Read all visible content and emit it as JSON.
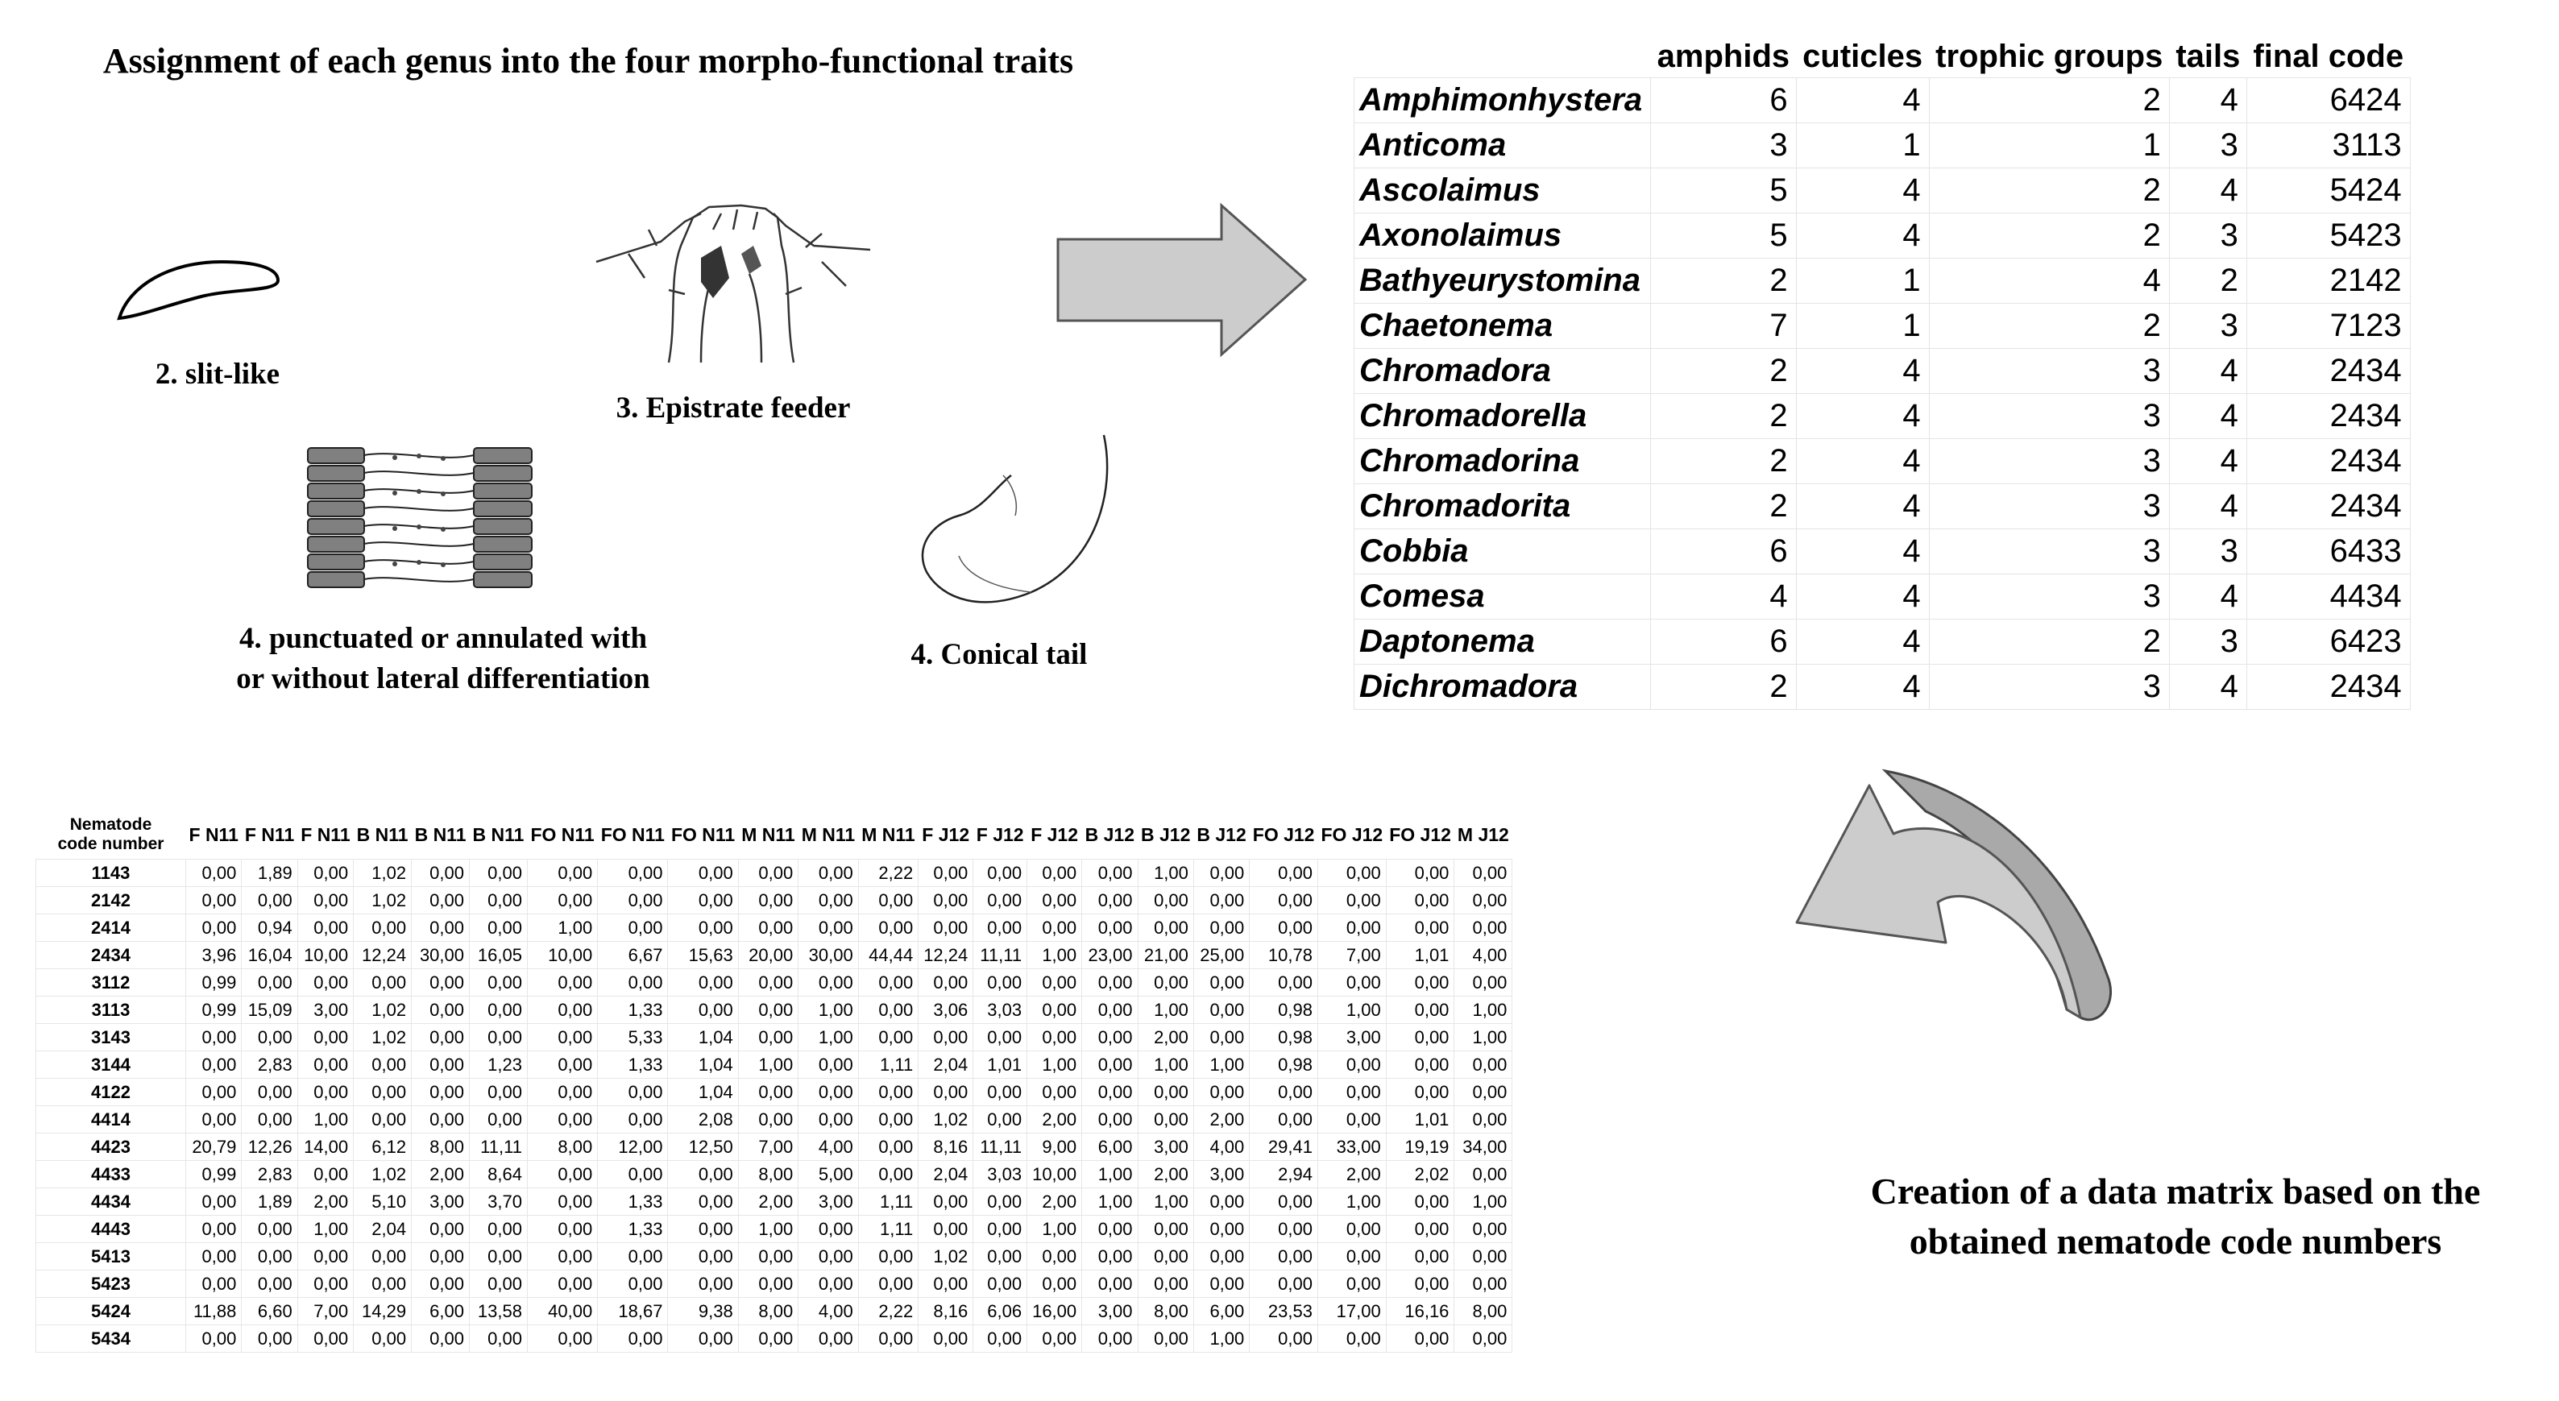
{
  "title": "Assignment of each genus into the four morpho-functional traits",
  "traits": {
    "slit": "2. slit-like",
    "epistrate": "3. Epistrate feeder",
    "cuticle_line1": "4. punctuated or annulated with",
    "cuticle_line2": "or without lateral differentiation",
    "tail": "4. Conical tail"
  },
  "genus_table": {
    "headers": [
      "",
      "amphids",
      "cuticles",
      "trophic groups",
      "tails",
      "final code"
    ],
    "rows": [
      [
        "Amphimonhystera",
        "6",
        "4",
        "2",
        "4",
        "6424"
      ],
      [
        "Anticoma",
        "3",
        "1",
        "1",
        "3",
        "3113"
      ],
      [
        "Ascolaimus",
        "5",
        "4",
        "2",
        "4",
        "5424"
      ],
      [
        "Axonolaimus",
        "5",
        "4",
        "2",
        "3",
        "5423"
      ],
      [
        "Bathyeurystomina",
        "2",
        "1",
        "4",
        "2",
        "2142"
      ],
      [
        "Chaetonema",
        "7",
        "1",
        "2",
        "3",
        "7123"
      ],
      [
        "Chromadora",
        "2",
        "4",
        "3",
        "4",
        "2434"
      ],
      [
        "Chromadorella",
        "2",
        "4",
        "3",
        "4",
        "2434"
      ],
      [
        "Chromadorina",
        "2",
        "4",
        "3",
        "4",
        "2434"
      ],
      [
        "Chromadorita",
        "2",
        "4",
        "3",
        "4",
        "2434"
      ],
      [
        "Cobbia",
        "6",
        "4",
        "3",
        "3",
        "6433"
      ],
      [
        "Comesa",
        "4",
        "4",
        "3",
        "4",
        "4434"
      ],
      [
        "Daptonema",
        "6",
        "4",
        "2",
        "3",
        "6423"
      ],
      [
        "Dichromadora",
        "2",
        "4",
        "3",
        "4",
        "2434"
      ]
    ]
  },
  "matrix": {
    "code_header_line1": "Nematode",
    "code_header_line2": "code number",
    "columns": [
      "F N11",
      "F N11",
      "F N11",
      "B N11",
      "B N11",
      "B N11",
      "FO N11",
      "FO N11",
      "FO N11",
      "M N11",
      "M N11",
      "M N11",
      "F J12",
      "F J12",
      "F J12",
      "B J12",
      "B J12",
      "B J12",
      "FO J12",
      "FO J12",
      "FO J12",
      "M J12"
    ],
    "rows": [
      [
        "1143",
        "0,00",
        "1,89",
        "0,00",
        "1,02",
        "0,00",
        "0,00",
        "0,00",
        "0,00",
        "0,00",
        "0,00",
        "0,00",
        "2,22",
        "0,00",
        "0,00",
        "0,00",
        "0,00",
        "1,00",
        "0,00",
        "0,00",
        "0,00",
        "0,00",
        "0,00"
      ],
      [
        "2142",
        "0,00",
        "0,00",
        "0,00",
        "1,02",
        "0,00",
        "0,00",
        "0,00",
        "0,00",
        "0,00",
        "0,00",
        "0,00",
        "0,00",
        "0,00",
        "0,00",
        "0,00",
        "0,00",
        "0,00",
        "0,00",
        "0,00",
        "0,00",
        "0,00",
        "0,00"
      ],
      [
        "2414",
        "0,00",
        "0,94",
        "0,00",
        "0,00",
        "0,00",
        "0,00",
        "1,00",
        "0,00",
        "0,00",
        "0,00",
        "0,00",
        "0,00",
        "0,00",
        "0,00",
        "0,00",
        "0,00",
        "0,00",
        "0,00",
        "0,00",
        "0,00",
        "0,00",
        "0,00"
      ],
      [
        "2434",
        "3,96",
        "16,04",
        "10,00",
        "12,24",
        "30,00",
        "16,05",
        "10,00",
        "6,67",
        "15,63",
        "20,00",
        "30,00",
        "44,44",
        "12,24",
        "11,11",
        "1,00",
        "23,00",
        "21,00",
        "25,00",
        "10,78",
        "7,00",
        "1,01",
        "4,00"
      ],
      [
        "3112",
        "0,99",
        "0,00",
        "0,00",
        "0,00",
        "0,00",
        "0,00",
        "0,00",
        "0,00",
        "0,00",
        "0,00",
        "0,00",
        "0,00",
        "0,00",
        "0,00",
        "0,00",
        "0,00",
        "0,00",
        "0,00",
        "0,00",
        "0,00",
        "0,00",
        "0,00"
      ],
      [
        "3113",
        "0,99",
        "15,09",
        "3,00",
        "1,02",
        "0,00",
        "0,00",
        "0,00",
        "1,33",
        "0,00",
        "0,00",
        "1,00",
        "0,00",
        "3,06",
        "3,03",
        "0,00",
        "0,00",
        "1,00",
        "0,00",
        "0,98",
        "1,00",
        "0,00",
        "1,00"
      ],
      [
        "3143",
        "0,00",
        "0,00",
        "0,00",
        "1,02",
        "0,00",
        "0,00",
        "0,00",
        "5,33",
        "1,04",
        "0,00",
        "1,00",
        "0,00",
        "0,00",
        "0,00",
        "0,00",
        "0,00",
        "2,00",
        "0,00",
        "0,98",
        "3,00",
        "0,00",
        "1,00"
      ],
      [
        "3144",
        "0,00",
        "2,83",
        "0,00",
        "0,00",
        "0,00",
        "1,23",
        "0,00",
        "1,33",
        "1,04",
        "1,00",
        "0,00",
        "1,11",
        "2,04",
        "1,01",
        "1,00",
        "0,00",
        "1,00",
        "1,00",
        "0,98",
        "0,00",
        "0,00",
        "0,00"
      ],
      [
        "4122",
        "0,00",
        "0,00",
        "0,00",
        "0,00",
        "0,00",
        "0,00",
        "0,00",
        "0,00",
        "1,04",
        "0,00",
        "0,00",
        "0,00",
        "0,00",
        "0,00",
        "0,00",
        "0,00",
        "0,00",
        "0,00",
        "0,00",
        "0,00",
        "0,00",
        "0,00"
      ],
      [
        "4414",
        "0,00",
        "0,00",
        "1,00",
        "0,00",
        "0,00",
        "0,00",
        "0,00",
        "0,00",
        "2,08",
        "0,00",
        "0,00",
        "0,00",
        "1,02",
        "0,00",
        "2,00",
        "0,00",
        "0,00",
        "2,00",
        "0,00",
        "0,00",
        "1,01",
        "0,00"
      ],
      [
        "4423",
        "20,79",
        "12,26",
        "14,00",
        "6,12",
        "8,00",
        "11,11",
        "8,00",
        "12,00",
        "12,50",
        "7,00",
        "4,00",
        "0,00",
        "8,16",
        "11,11",
        "9,00",
        "6,00",
        "3,00",
        "4,00",
        "29,41",
        "33,00",
        "19,19",
        "34,00"
      ],
      [
        "4433",
        "0,99",
        "2,83",
        "0,00",
        "1,02",
        "2,00",
        "8,64",
        "0,00",
        "0,00",
        "0,00",
        "8,00",
        "5,00",
        "0,00",
        "2,04",
        "3,03",
        "10,00",
        "1,00",
        "2,00",
        "3,00",
        "2,94",
        "2,00",
        "2,02",
        "0,00"
      ],
      [
        "4434",
        "0,00",
        "1,89",
        "2,00",
        "5,10",
        "3,00",
        "3,70",
        "0,00",
        "1,33",
        "0,00",
        "2,00",
        "3,00",
        "1,11",
        "0,00",
        "0,00",
        "2,00",
        "1,00",
        "1,00",
        "0,00",
        "0,00",
        "1,00",
        "0,00",
        "1,00"
      ],
      [
        "4443",
        "0,00",
        "0,00",
        "1,00",
        "2,04",
        "0,00",
        "0,00",
        "0,00",
        "1,33",
        "0,00",
        "1,00",
        "0,00",
        "1,11",
        "0,00",
        "0,00",
        "1,00",
        "0,00",
        "0,00",
        "0,00",
        "0,00",
        "0,00",
        "0,00",
        "0,00"
      ],
      [
        "5413",
        "0,00",
        "0,00",
        "0,00",
        "0,00",
        "0,00",
        "0,00",
        "0,00",
        "0,00",
        "0,00",
        "0,00",
        "0,00",
        "0,00",
        "1,02",
        "0,00",
        "0,00",
        "0,00",
        "0,00",
        "0,00",
        "0,00",
        "0,00",
        "0,00",
        "0,00"
      ],
      [
        "5423",
        "0,00",
        "0,00",
        "0,00",
        "0,00",
        "0,00",
        "0,00",
        "0,00",
        "0,00",
        "0,00",
        "0,00",
        "0,00",
        "0,00",
        "0,00",
        "0,00",
        "0,00",
        "0,00",
        "0,00",
        "0,00",
        "0,00",
        "0,00",
        "0,00",
        "0,00"
      ],
      [
        "5424",
        "11,88",
        "6,60",
        "7,00",
        "14,29",
        "6,00",
        "13,58",
        "40,00",
        "18,67",
        "9,38",
        "8,00",
        "4,00",
        "2,22",
        "8,16",
        "6,06",
        "16,00",
        "3,00",
        "8,00",
        "6,00",
        "23,53",
        "17,00",
        "16,16",
        "8,00"
      ],
      [
        "5434",
        "0,00",
        "0,00",
        "0,00",
        "0,00",
        "0,00",
        "0,00",
        "0,00",
        "0,00",
        "0,00",
        "0,00",
        "0,00",
        "0,00",
        "0,00",
        "0,00",
        "0,00",
        "0,00",
        "0,00",
        "1,00",
        "0,00",
        "0,00",
        "0,00",
        "0,00"
      ]
    ]
  },
  "caption": {
    "line1": "Creation of a data matrix based on the",
    "line2": "obtained nematode code numbers"
  },
  "icons": {
    "slit": "slit-like-amphid-icon",
    "head": "epistrate-feeder-head-icon",
    "cuticle": "annulated-cuticle-icon",
    "tail": "conical-tail-icon",
    "right_arrow": "right-arrow-icon",
    "curved_arrow": "curved-return-arrow-icon"
  },
  "colors": {
    "arrow_fill": "#cccccc",
    "arrow_stroke": "#555555",
    "cuticle_fill": "#808080",
    "gridline": "#e4e4e4"
  }
}
